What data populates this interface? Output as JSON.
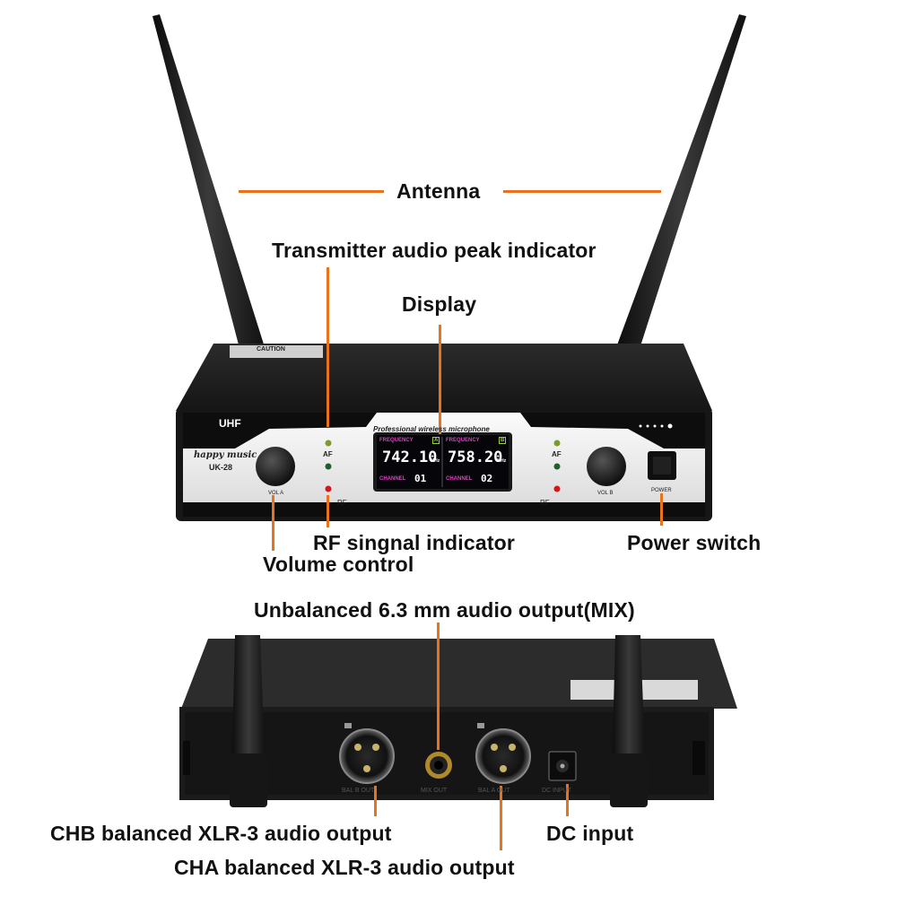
{
  "labels": {
    "antenna": "Antenna",
    "peak_indicator": "Transmitter audio peak indicator",
    "display": "Display",
    "rf_indicator": "RF singnal indicator",
    "volume_control": "Volume control",
    "power_switch": "Power switch",
    "mix_output": "Unbalanced 6.3 mm audio output(MIX)",
    "chb_output": "CHB balanced XLR-3 audio output",
    "cha_output": "CHA balanced XLR-3 audio output",
    "dc_input": "DC input"
  },
  "front_panel": {
    "band": "UHF",
    "brand": "happy music",
    "model": "UK-28",
    "headline": "Professional wireless microphone",
    "af_left": "AF",
    "af_right": "AF",
    "vol_a": "VOL A",
    "vol_b": "VOL B",
    "rf_left": "RF",
    "rf_right": "RF",
    "power": "POWER",
    "caution": "CAUTION"
  },
  "display": {
    "channel_a": {
      "freq_label": "FREQUENCY",
      "frequency": "742.10",
      "unit": "MHz",
      "channel_label": "CHANNEL",
      "channel": "01",
      "tag": "A"
    },
    "channel_b": {
      "freq_label": "FREQUENCY",
      "frequency": "758.20",
      "unit": "MHz",
      "channel_label": "CHANNEL",
      "channel": "02",
      "tag": "B"
    }
  },
  "rear_panel": {
    "bal_out_b": "BAL B OUT",
    "mix_out": "MIX OUT",
    "bal_out_a": "BAL A OUT",
    "dc_input": "DC INPUT"
  },
  "colors": {
    "leader": "#e8731c",
    "panel": "#f1f1f1",
    "chassis": "#1d1d1d",
    "lcd_bg": "#05050a",
    "lcd_magenta": "#e23fc0",
    "lcd_white": "#ffffff"
  }
}
